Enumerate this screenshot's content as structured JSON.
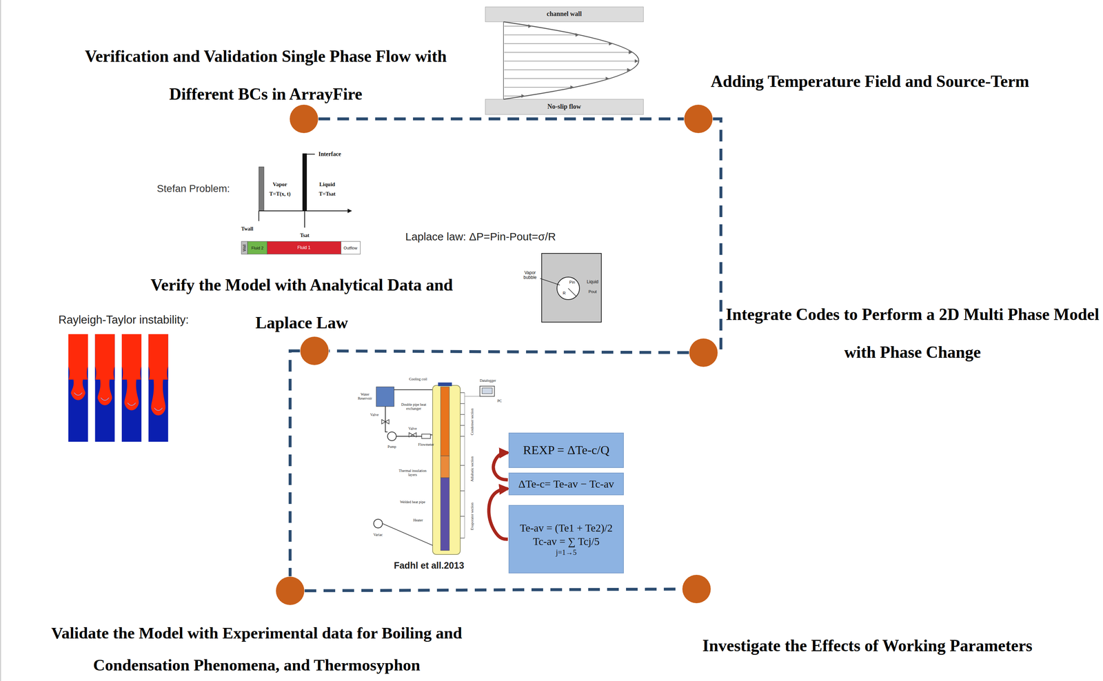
{
  "diagram": {
    "nodes": [
      {
        "text": [
          "Verification and Validation Single Phase Flow with Different BCs in ArrayFire"
        ]
      },
      {
        "text": [
          "Adding Temperature Field and Source-Term"
        ]
      },
      {
        "text": [
          "Verify the Model with Analytical Data and Laplace Law"
        ]
      },
      {
        "text": [
          "Integrate Codes to Perform a 2D Multi Phase Model with Phase Change"
        ]
      },
      {
        "text": [
          "Validate the Model with Experimental data for Boiling and Condensation Phenomena, and Thermosyphon"
        ]
      },
      {
        "text": [
          "Investigate the Effects of Working Parameters"
        ]
      },
      {
        "text": [
          "REXP = ΔTe-c/Q"
        ]
      },
      {
        "text": [
          "ΔTe-c= Te-av − Tc-av"
        ]
      },
      {
        "text": [
          "Te-av = (Te1 + Te2)/2",
          "Tc-av = ∑ Tcj/5",
          "j=1→5"
        ]
      }
    ],
    "edges": [
      {
        "from": 0,
        "to": 1,
        "arrow": "none"
      },
      {
        "from": 1,
        "to": 3,
        "arrow": "none"
      },
      {
        "from": 3,
        "to": 2,
        "arrow": "none"
      },
      {
        "from": 2,
        "to": 4,
        "arrow": "none"
      },
      {
        "from": 4,
        "to": 5,
        "arrow": "none"
      },
      {
        "from": 7,
        "to": 6,
        "arrow": "to"
      },
      {
        "from": 8,
        "to": 7,
        "arrow": "to"
      }
    ],
    "labels": [
      "channel wall",
      "No-slip flow",
      "Stefan Problem:",
      "Interface",
      "Vapor",
      "T=T(x, t)",
      "Liquid",
      "T=Tsat",
      "Twall",
      "Tsat",
      "Wall",
      "Fluid 2",
      "Fluid 1",
      "Outflow",
      "Laplace law: ΔP=Pin-Pout=σ/R",
      "Vapor bubble",
      "Liquid",
      "Pin",
      "R",
      "Pout",
      "Rayleigh-Taylor instability:",
      "Fadhl et all.2013",
      "Cooling coil",
      "Water Reservoir",
      "Datalogger",
      "PC",
      "Valve",
      "Pump",
      "Valve",
      "Flowmeter",
      "Double pipe heat exchanger",
      "Thermal insulation layers",
      "Welded heat pipe",
      "Heater",
      "Variac",
      "Condenser section",
      "Adiabatic section",
      "Evaporator section"
    ]
  }
}
